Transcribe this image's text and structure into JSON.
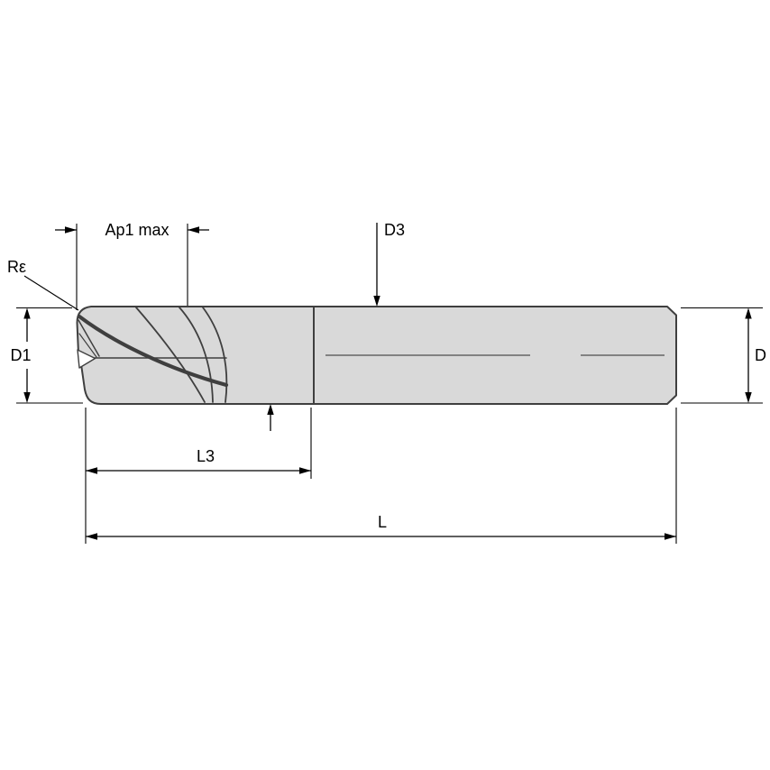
{
  "figure": {
    "type": "technical-drawing",
    "subject": "End mill side view with dimension callouts",
    "labels": {
      "ap1_max": "Ap1 max",
      "d3": "D3",
      "corner_radius": "Rε",
      "d1": "D1",
      "d": "D",
      "l3": "L3",
      "l": "L"
    },
    "colors": {
      "background": "#ffffff",
      "tool_fill": "#d9d9d9",
      "tool_outline": "#3f3f3f",
      "dimension_lines": "#000000",
      "text": "#000000"
    }
  }
}
